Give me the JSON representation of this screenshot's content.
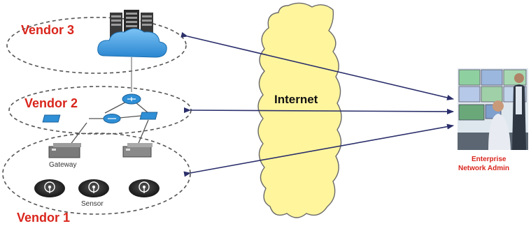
{
  "vendors": {
    "vendor3": "Vendor 3",
    "vendor2": "Vendor 2",
    "vendor1": "Vendor 1"
  },
  "labels": {
    "gateway": "Gateway",
    "sensor": "Sensor",
    "internet": "Internet",
    "admin_line1": "Enterprise",
    "admin_line2": "Network Admin"
  },
  "colors": {
    "vendor_text": "#d9251c",
    "cloud_fill": "#fff59d",
    "cloud_stroke": "#6a6a6a",
    "arrow": "#2b2f6b",
    "router": "#2e8fd6"
  },
  "icons": [
    "server-cloud-icon",
    "router-icon",
    "gateway-icon",
    "sensor-icon",
    "admin-photo-icon"
  ]
}
